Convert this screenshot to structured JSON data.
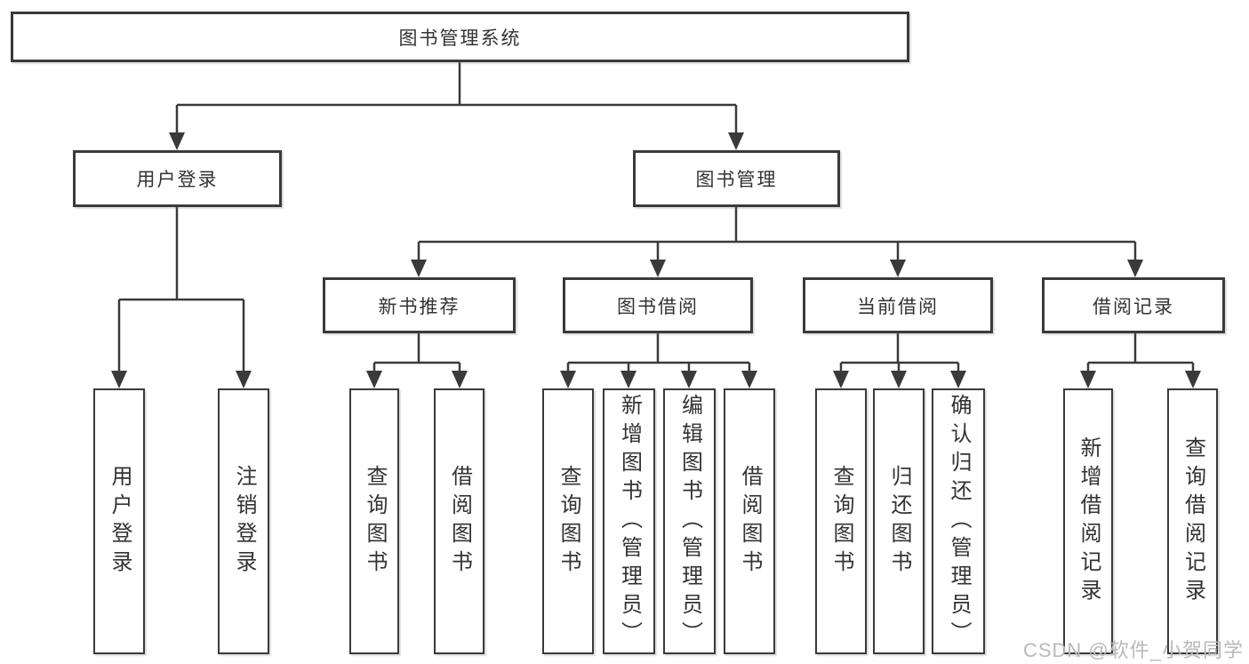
{
  "colors": {
    "line": "#3a3a3a",
    "text": "#333333",
    "background": "#ffffff",
    "watermark": "#b9b9b9"
  },
  "chart": {
    "root": {
      "label": "图书管理系统"
    },
    "branches": [
      {
        "label": "用户登录",
        "children": [
          {
            "label": "用户登录"
          },
          {
            "label": "注销登录"
          }
        ]
      },
      {
        "label": "图书管理",
        "children": [
          {
            "label": "新书推荐",
            "children": [
              {
                "label": "查询图书"
              },
              {
                "label": "借阅图书"
              }
            ]
          },
          {
            "label": "图书借阅",
            "children": [
              {
                "label": "查询图书"
              },
              {
                "label": "新增图书（管理员）"
              },
              {
                "label": "编辑图书（管理员）"
              },
              {
                "label": "借阅图书"
              }
            ]
          },
          {
            "label": "当前借阅",
            "children": [
              {
                "label": "查询图书"
              },
              {
                "label": "归还图书"
              },
              {
                "label": "确认归还（管理员）"
              }
            ]
          },
          {
            "label": "借阅记录",
            "children": [
              {
                "label": "新增借阅记录"
              },
              {
                "label": "查询借阅记录"
              }
            ]
          }
        ]
      }
    ]
  },
  "watermark": "CSDN @软件_小贺同学"
}
